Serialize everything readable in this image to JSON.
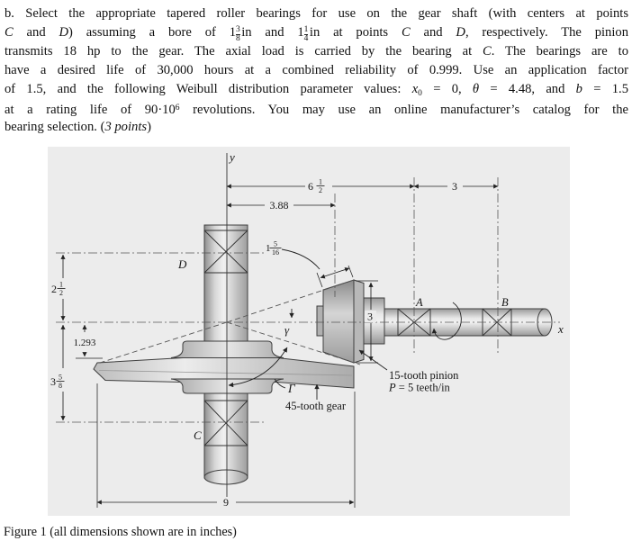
{
  "problem": {
    "lines": [
      [
        {
          "t": "b. Select the appropriate tapered roller bearings for use on the gear shaft (with centers at points"
        }
      ],
      [
        {
          "t": "C",
          "s": "i"
        },
        {
          "t": " and "
        },
        {
          "t": "D",
          "s": "i"
        },
        {
          "t": ") assuming a bore of "
        },
        {
          "s": "frac",
          "whole": "1",
          "num": "3",
          "den": "8",
          "unit": "in"
        },
        {
          "t": " and "
        },
        {
          "s": "frac",
          "whole": "1",
          "num": "1",
          "den": "4",
          "unit": "in"
        },
        {
          "t": " at points "
        },
        {
          "t": "C",
          "s": "i"
        },
        {
          "t": " and "
        },
        {
          "t": "D",
          "s": "i"
        },
        {
          "t": ", respectively. The pinion"
        }
      ],
      [
        {
          "t": "transmits 18 hp to the gear. The axial load is carried by the bearing at "
        },
        {
          "t": "C",
          "s": "i"
        },
        {
          "t": ". The bearings are to"
        }
      ],
      [
        {
          "t": "have a desired life of 30,000 hours at a combined reliability of 0.999. Use an application factor"
        }
      ],
      [
        {
          "t": "of 1.5, and the following Weibull distribution parameter values: "
        },
        {
          "t": "x",
          "s": "i"
        },
        {
          "t": "0",
          "s": "sub"
        },
        {
          "t": " = 0, "
        },
        {
          "t": "θ",
          "s": "i"
        },
        {
          "t": " = 4.48, and "
        },
        {
          "t": "b",
          "s": "i"
        },
        {
          "t": " = 1.5"
        }
      ],
      [
        {
          "t": "at a rating life of 90·10"
        },
        {
          "t": "6",
          "s": "sup"
        },
        {
          "t": " revolutions. You may use an online manufacturer’s catalog for the"
        }
      ],
      [
        {
          "t": "bearing selection. ("
        },
        {
          "t": "3 points",
          "s": "i"
        },
        {
          "t": ")"
        }
      ]
    ]
  },
  "figure": {
    "caption": "Figure 1 (all dimensions shown are in inches)",
    "panel_bg": "#ececec",
    "ink": "#161616",
    "labels": {
      "axis_y": "y",
      "axis_x": "x",
      "bearing_a": "A",
      "bearing_b": "B",
      "bearing_c": "C",
      "bearing_d": "D",
      "pinion_pitch_angle": "γ",
      "gear_pitch_angle": "Γ",
      "pinion_note_1": "15-tooth pinion",
      "pinion_note_2_var": "P",
      "pinion_note_2_rest": " = 5 teeth/in",
      "gear_note": "45-tooth gear"
    },
    "dims": {
      "span_y_to_a": {
        "whole": "6",
        "num": "1",
        "den": "2"
      },
      "span_y_to_pinion": "3.88",
      "span_a_to_b": "3",
      "pinion_face_width": {
        "whole": "1",
        "num": "5",
        "den": "16"
      },
      "axis_to_d": {
        "whole": "2",
        "num": "1",
        "den": "2"
      },
      "axis_to_gear_top": "1.293",
      "axis_to_c": {
        "whole": "3",
        "num": "5",
        "den": "8"
      },
      "pinion_diameter": "3",
      "gear_diameter": "9"
    }
  }
}
